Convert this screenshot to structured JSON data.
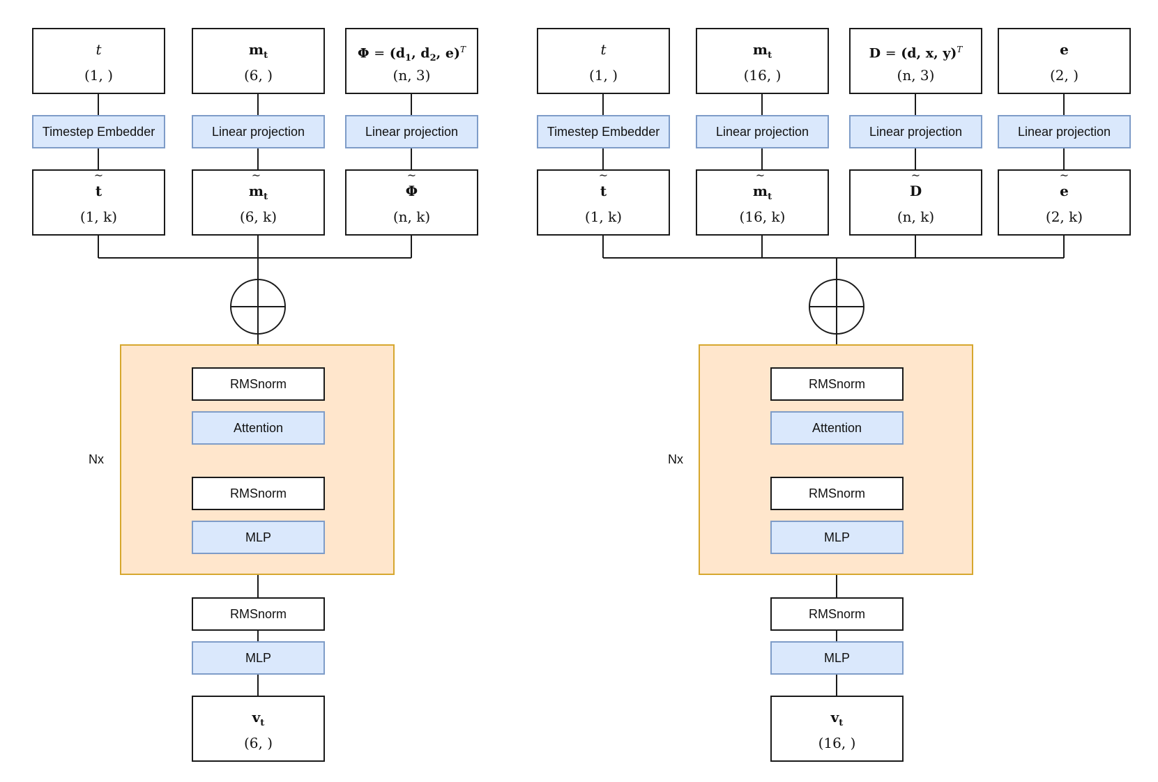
{
  "left": {
    "inputs": [
      {
        "symbol": "t",
        "shape": "(1, )"
      },
      {
        "symbol": "mt",
        "shape": "(6, )"
      },
      {
        "symbol": "Φ = (d1, d2, e)T",
        "shape": "(n, 3)"
      }
    ],
    "embedders": [
      "Timestep Embedder",
      "Linear projection",
      "Linear projection"
    ],
    "embeddings": [
      {
        "symbol": "t̃",
        "shape": "(1, k)"
      },
      {
        "symbol": "m̃t",
        "shape": "(6, k)"
      },
      {
        "symbol": "Φ̃",
        "shape": "(n, k)"
      }
    ],
    "block": {
      "label": "Nx",
      "norm1": "RMSnorm",
      "attention": "Attention",
      "norm2": "RMSnorm",
      "mlp": "MLP"
    },
    "head": {
      "norm": "RMSnorm",
      "mlp": "MLP"
    },
    "output": {
      "symbol": "vt",
      "shape": "(6, )"
    }
  },
  "right": {
    "inputs": [
      {
        "symbol": "t",
        "shape": "(1, )"
      },
      {
        "symbol": "mt",
        "shape": "(16, )"
      },
      {
        "symbol": "D = (d, x, y)T",
        "shape": "(n, 3)"
      },
      {
        "symbol": "e",
        "shape": "(2, )"
      }
    ],
    "embedders": [
      "Timestep Embedder",
      "Linear projection",
      "Linear projection",
      "Linear projection"
    ],
    "embeddings": [
      {
        "symbol": "t̃",
        "shape": "(1, k)"
      },
      {
        "symbol": "m̃t",
        "shape": "(16, k)"
      },
      {
        "symbol": "D̃",
        "shape": "(n, k)"
      },
      {
        "symbol": "ẽ",
        "shape": "(2, k)"
      }
    ],
    "block": {
      "label": "Nx",
      "norm1": "RMSnorm",
      "attention": "Attention",
      "norm2": "RMSnorm",
      "mlp": "MLP"
    },
    "head": {
      "norm": "RMSnorm",
      "mlp": "MLP"
    },
    "output": {
      "symbol": "vt",
      "shape": "(16, )"
    }
  }
}
